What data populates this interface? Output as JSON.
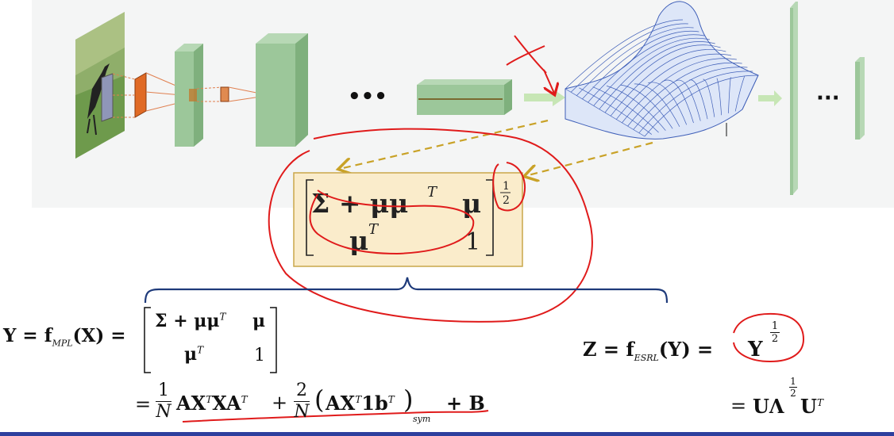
{
  "network": {
    "ellipsis_left": "•••",
    "ellipsis_right": "···"
  },
  "highlight_box": {
    "row1_col1": "Σ + μμ",
    "row1_col1_sup": "T",
    "row1_col2": "μ",
    "row2_col1": "μ",
    "row2_col1_sup": "T",
    "row2_col2": "1",
    "power_num": "1",
    "power_den": "2"
  },
  "equation_left": {
    "lhs": "Y = f",
    "lhs_sub": "MPL",
    "lhs_arg": "(X) =",
    "m11": "Σ + μμ",
    "m11_sup": "T",
    "m12": "μ",
    "m21": "μ",
    "m21_sup": "T",
    "m22": "1",
    "line2_eq": "=",
    "frac1_num": "1",
    "frac1_den": "N",
    "term1": "AX",
    "term1_sup1": "T",
    "term1_mid": "XA",
    "term1_sup2": "T",
    "plus1": "+",
    "frac2_num": "2",
    "frac2_den": "N",
    "term2": "AX",
    "term2_sup1": "T",
    "term2_mid": "1b",
    "term2_sup2": "T",
    "term2_sub": "sym",
    "plus2": "+ B"
  },
  "equation_right": {
    "lhs": "Z = f",
    "lhs_sub": "ESRL",
    "lhs_arg": "(Y) =",
    "rhs": "Y",
    "rhs_pow_num": "1",
    "rhs_pow_den": "2",
    "line2_eq": "=",
    "line2": "UΛ",
    "line2_pow_num": "1",
    "line2_pow_den": "2",
    "line2_end": "U",
    "line2_end_sup": "T"
  },
  "colors": {
    "conv_green": "#9cc79a",
    "highlight_fill": "#faeccb",
    "highlight_border": "#c9a74a",
    "annotation_red": "#e01b1b",
    "dashed_arrow": "#c9a227",
    "brace_blue": "#1e3a7a",
    "surface_blue": "#3f5fb8"
  }
}
